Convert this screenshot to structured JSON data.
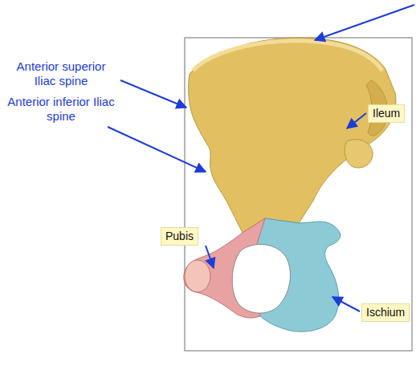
{
  "diagram": {
    "nodes": [
      {
        "text": [
          "Ileum"
        ]
      },
      {
        "text": [
          "Pubis"
        ]
      },
      {
        "text": [
          "Ischium"
        ]
      }
    ],
    "labels": [
      "Anterior superior Iliac spine",
      "Anterior inferior Iliac spine"
    ]
  }
}
